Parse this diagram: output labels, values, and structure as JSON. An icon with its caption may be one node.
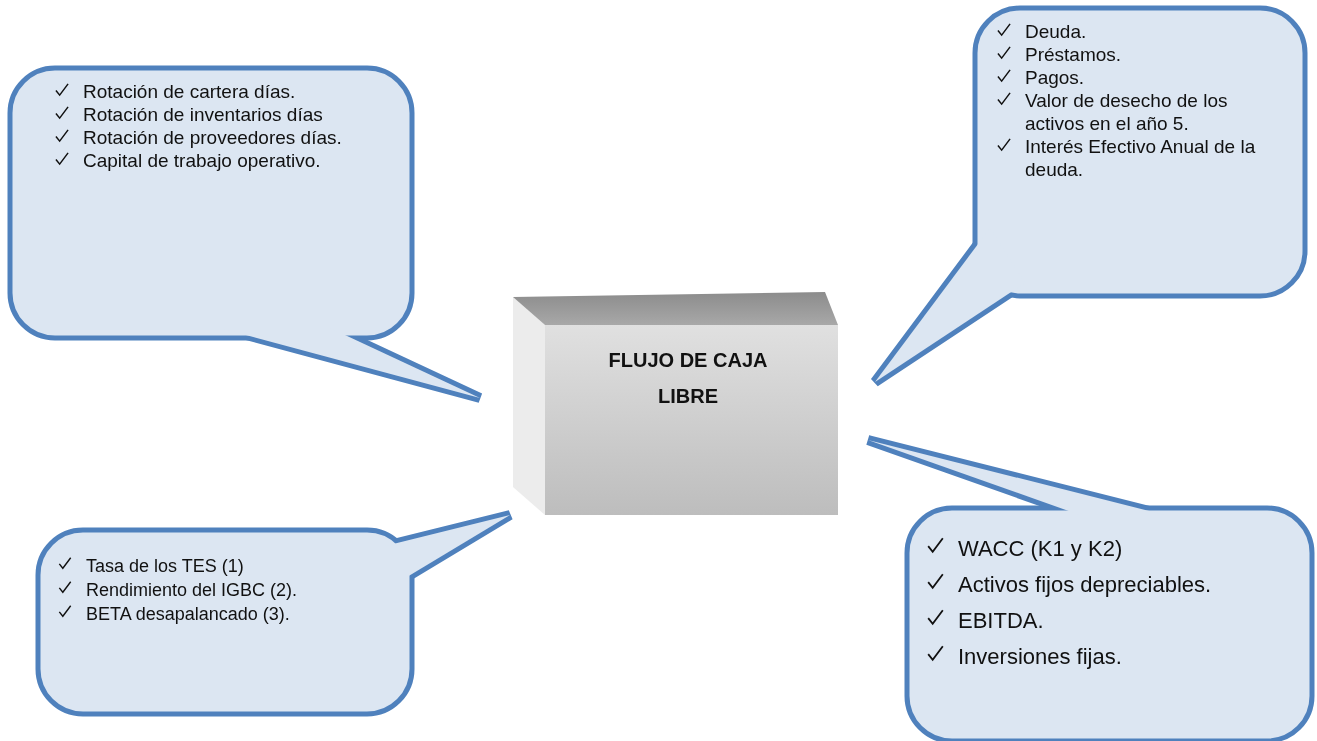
{
  "diagram": {
    "nodes": [
      {
        "text": [
          "Rotación de cartera días.",
          "Rotación de inventarios días",
          "Rotación de proveedores días.",
          "Capital de trabajo operativo."
        ]
      },
      {
        "text": [
          "Deuda.",
          "Préstamos.",
          "Pagos.",
          "Valor de desecho de los activos en el año 5.",
          "Interés Efectivo Anual de la deuda."
        ]
      },
      {
        "text": [
          "FLUJO DE CAJA LIBRE"
        ]
      },
      {
        "text": [
          "Tasa de los TES (1)",
          "Rendimiento del IGBC (2).",
          "BETA desapalancado (3)."
        ]
      },
      {
        "text": [
          "WACC (K1 y K2)",
          "Activos fijos depreciables.",
          "EBITDA.",
          "Inversiones fijas."
        ]
      }
    ]
  }
}
